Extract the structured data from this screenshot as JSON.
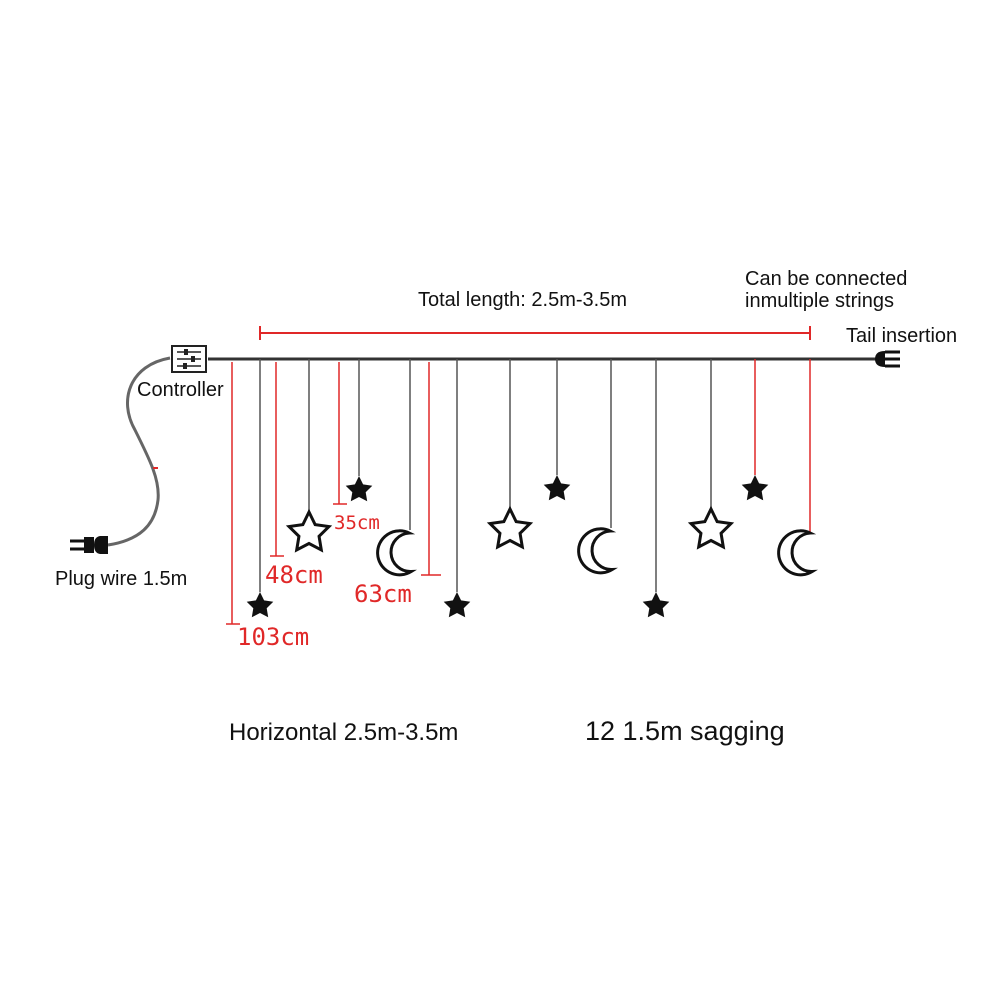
{
  "labels": {
    "total_length": "Total length: 2.5m-3.5m",
    "connect_line1": "Can be connected",
    "connect_line2": "inmultiple strings",
    "tail_insertion": "Tail insertion",
    "controller": "Controller",
    "plug_wire": "Plug wire 1.5m",
    "horizontal": "Horizontal 2.5m-3.5m",
    "sagging": "12 1.5m sagging"
  },
  "measurements": {
    "m35": "35cm",
    "m48": "48cm",
    "m63": "63cm",
    "m103": "103cm"
  },
  "colors": {
    "wire": "#333333",
    "measure": "#e02828",
    "background": "#ffffff"
  },
  "icons": {
    "controller": "controller-box-icon",
    "plug": "plug-icon",
    "tail_plug": "tail-plug-icon",
    "solid_star": "solid-star-icon",
    "hollow_star": "hollow-star-icon",
    "moon": "crescent-moon-icon"
  },
  "ornament_count": 12
}
